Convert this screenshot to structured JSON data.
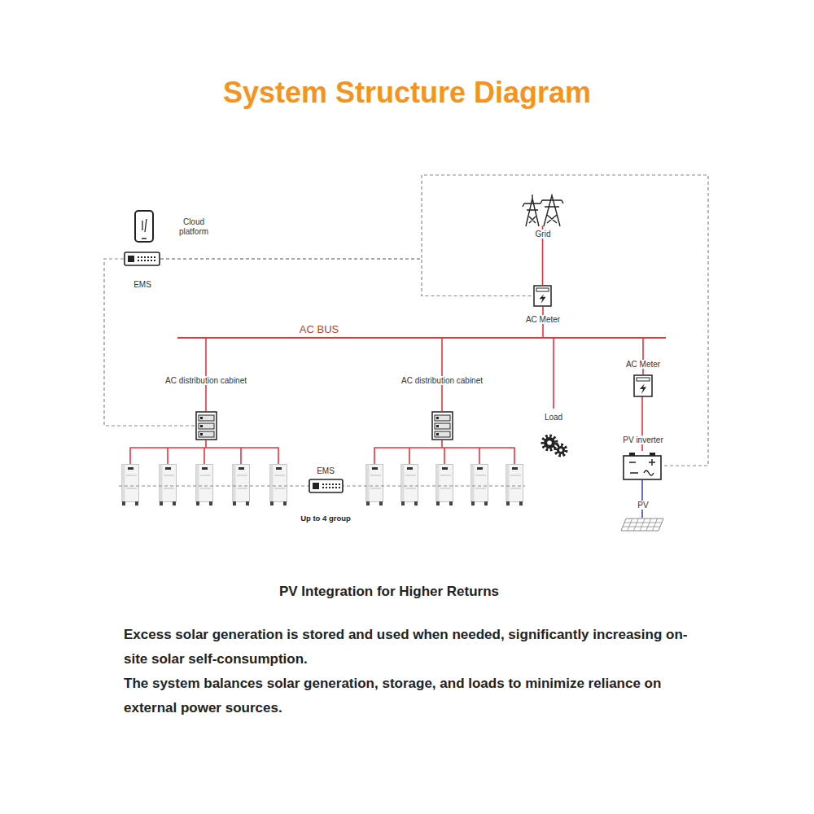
{
  "diagram": {
    "title": "System Structure Diagram",
    "caption": "PV Integration for Higher Returns",
    "nodes": [
      {
        "text": [
          "Cloud platform"
        ]
      },
      {
        "text": [
          "EMS"
        ]
      },
      {
        "text": [
          "Grid"
        ]
      },
      {
        "text": [
          "AC Meter"
        ]
      },
      {
        "text": [
          "AC distribution cabinet"
        ]
      },
      {
        "text": [
          "AC distribution cabinet"
        ]
      },
      {
        "text": [
          "Load"
        ]
      },
      {
        "text": [
          "AC Meter"
        ]
      },
      {
        "text": [
          "PV inverter"
        ]
      },
      {
        "text": [
          "EMS"
        ]
      },
      {
        "text": [
          "PV"
        ]
      }
    ],
    "edges": [
      {
        "from": 2,
        "to": 3,
        "arrow": "none"
      },
      {
        "from": 1,
        "to": 3,
        "arrow": "none"
      },
      {
        "from": 1,
        "to": 8,
        "arrow": "none"
      },
      {
        "from": 1,
        "to": 4,
        "arrow": "none"
      },
      {
        "from": 7,
        "to": 8,
        "arrow": "none"
      },
      {
        "from": 8,
        "to": 10,
        "arrow": "none"
      }
    ],
    "labels": [
      "AC BUS",
      "Up to 4 group",
      "Excess solar generation is stored and used when needed, significantly increasing on-site solar self-consumption.",
      "The system balances solar generation, storage, and loads to minimize reliance on external power sources."
    ]
  }
}
